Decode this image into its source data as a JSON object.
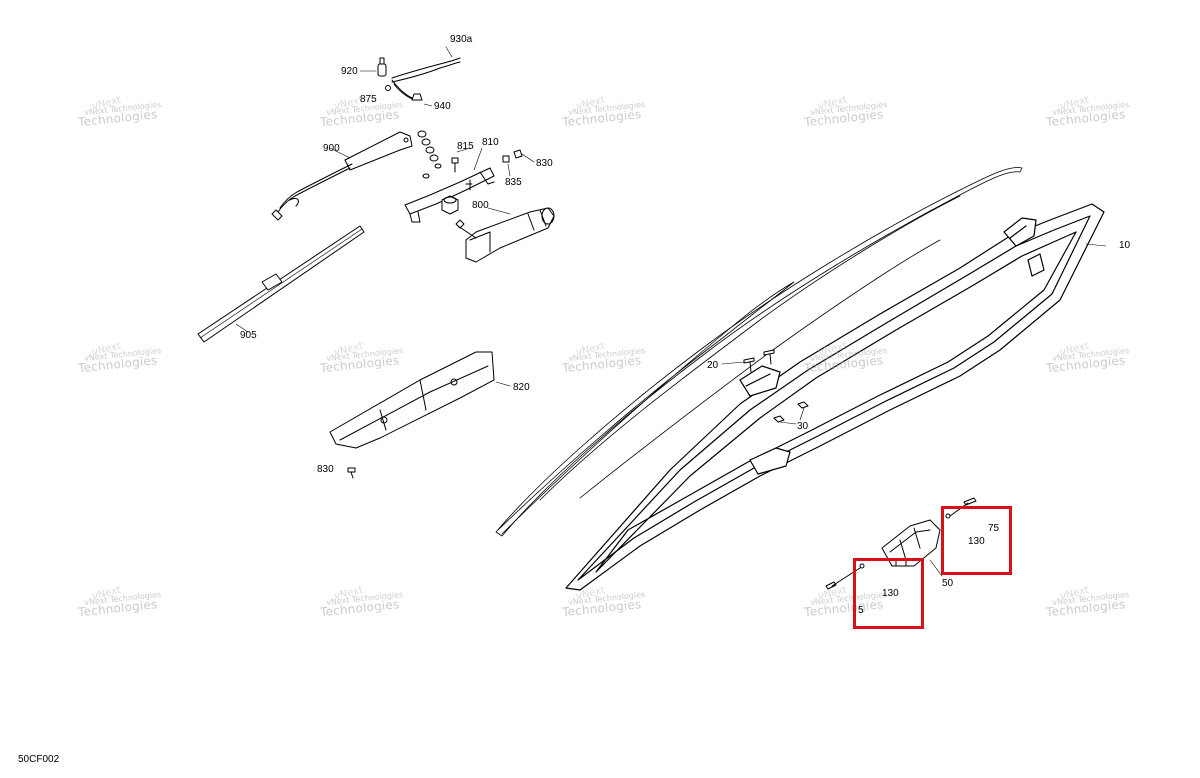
{
  "diagram": {
    "code": "50CF002",
    "accent_color": "#d9101a",
    "callouts": [
      {
        "id": "930a",
        "text": "930a"
      },
      {
        "id": "920",
        "text": "920"
      },
      {
        "id": "875",
        "text": "875"
      },
      {
        "id": "940",
        "text": "940"
      },
      {
        "id": "900",
        "text": "900"
      },
      {
        "id": "815",
        "text": "815"
      },
      {
        "id": "810",
        "text": "810"
      },
      {
        "id": "830a",
        "text": "830"
      },
      {
        "id": "835",
        "text": "835"
      },
      {
        "id": "800",
        "text": "800"
      },
      {
        "id": "905",
        "text": "905"
      },
      {
        "id": "820",
        "text": "820"
      },
      {
        "id": "830b",
        "text": "830"
      },
      {
        "id": "10",
        "text": "10"
      },
      {
        "id": "20",
        "text": "20"
      },
      {
        "id": "30",
        "text": "30"
      },
      {
        "id": "75",
        "text": "75"
      },
      {
        "id": "130a",
        "text": "130"
      },
      {
        "id": "50",
        "text": "50"
      },
      {
        "id": "130b",
        "text": "130"
      },
      {
        "id": "5",
        "text": "5"
      }
    ],
    "watermark": {
      "line1": "vNext Technologies",
      "line2": "Technologies",
      "ghost": "vNext"
    }
  }
}
